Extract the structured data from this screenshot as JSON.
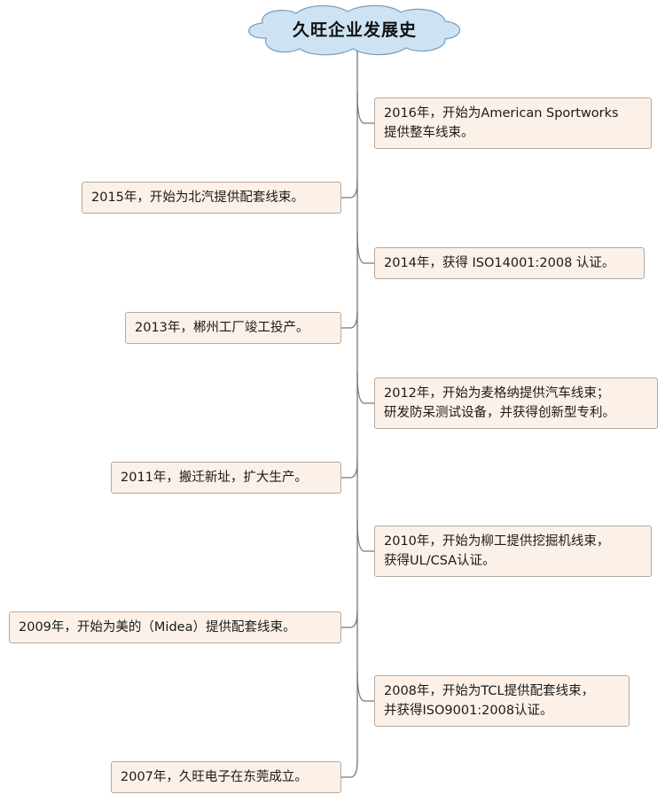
{
  "title": "久旺企业发展史",
  "events": [
    {
      "lines": [
        "2016年，开始为American Sportworks",
        "提供整车线束。"
      ],
      "side": "right"
    },
    {
      "lines": [
        "2015年，开始为北汽提供配套线束。"
      ],
      "side": "left"
    },
    {
      "lines": [
        "2014年，获得 ISO14001:2008 认证。"
      ],
      "side": "right"
    },
    {
      "lines": [
        "2013年，郴州工厂竣工投产。"
      ],
      "side": "left"
    },
    {
      "lines": [
        "2012年，开始为麦格纳提供汽车线束；",
        "研发防呆测试设备，并获得创新型专利。"
      ],
      "side": "right"
    },
    {
      "lines": [
        "2011年，搬迁新址，扩大生产。"
      ],
      "side": "left"
    },
    {
      "lines": [
        "2010年，开始为柳工提供挖掘机线束，",
        "获得UL/CSA认证。"
      ],
      "side": "right"
    },
    {
      "lines": [
        "2009年，开始为美的（Midea）提供配套线束。"
      ],
      "side": "left"
    },
    {
      "lines": [
        "2008年，开始为TCL提供配套线束，",
        "并获得ISO9001:2008认证。"
      ],
      "side": "right"
    },
    {
      "lines": [
        "2007年，久旺电子在东莞成立。"
      ],
      "side": "left"
    }
  ]
}
